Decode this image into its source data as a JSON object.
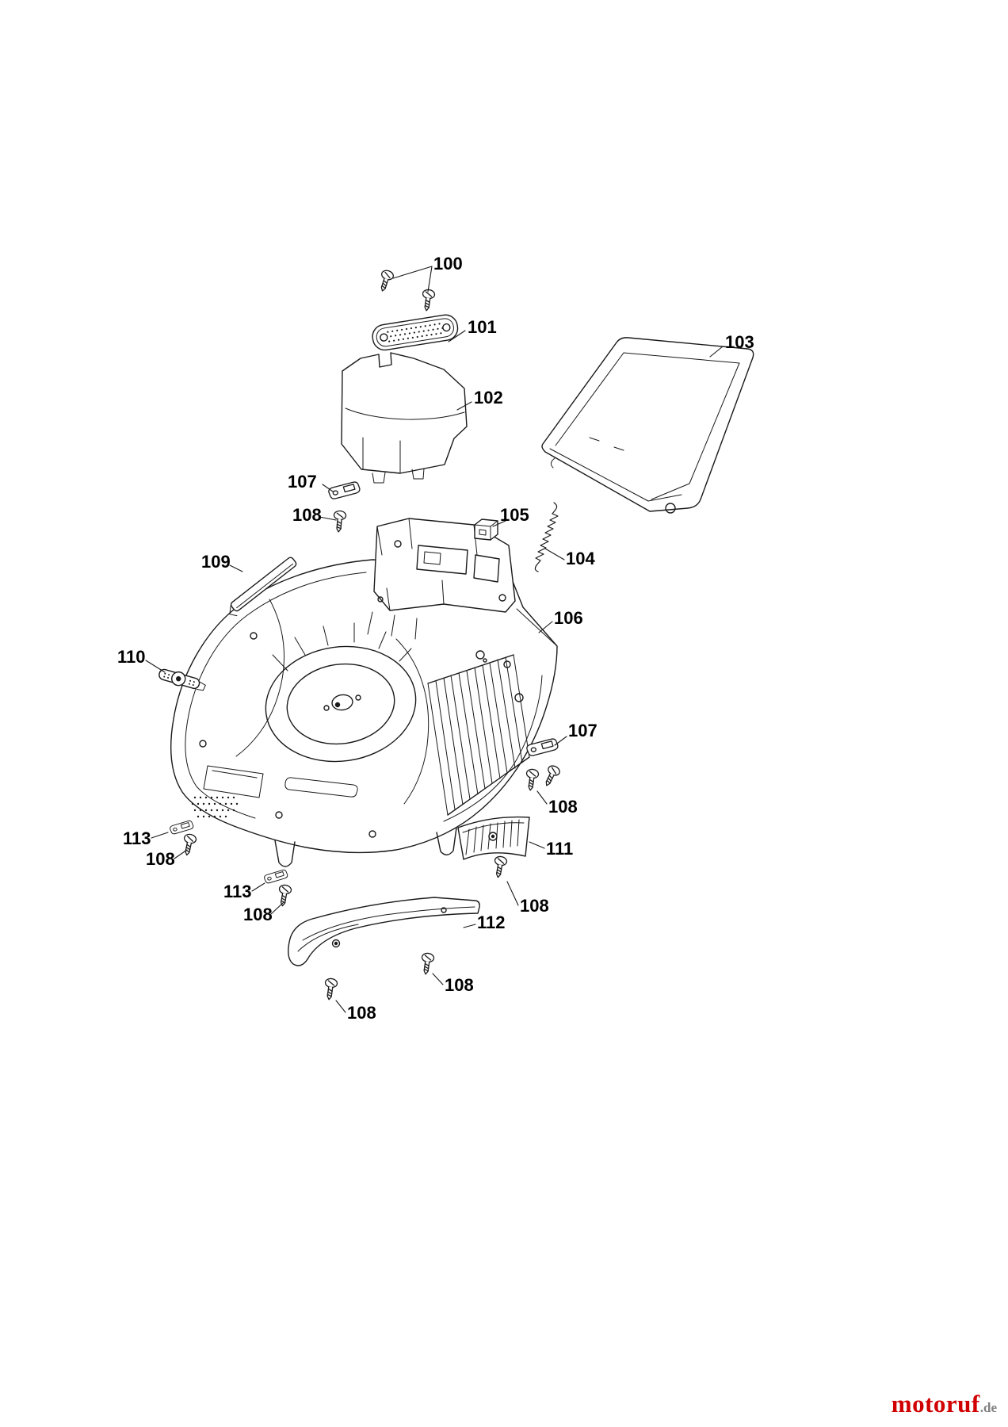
{
  "diagram": {
    "kind": "exploded-parts-diagram",
    "subject": "lawn-mower-deck-assembly"
  },
  "callouts": [
    {
      "key": "c100",
      "text": "100"
    },
    {
      "key": "c101",
      "text": "101"
    },
    {
      "key": "c103",
      "text": "103"
    },
    {
      "key": "c102",
      "text": "102"
    },
    {
      "key": "c107a",
      "text": "107"
    },
    {
      "key": "c108a",
      "text": "108"
    },
    {
      "key": "c105",
      "text": "105"
    },
    {
      "key": "c104",
      "text": "104"
    },
    {
      "key": "c109",
      "text": "109"
    },
    {
      "key": "c106",
      "text": "106"
    },
    {
      "key": "c110",
      "text": "110"
    },
    {
      "key": "c107b",
      "text": "107"
    },
    {
      "key": "c108b",
      "text": "108"
    },
    {
      "key": "c113a",
      "text": "113"
    },
    {
      "key": "c111",
      "text": "111"
    },
    {
      "key": "c108c",
      "text": "108"
    },
    {
      "key": "c113b",
      "text": "113"
    },
    {
      "key": "c108d",
      "text": "108"
    },
    {
      "key": "c108e",
      "text": "108"
    },
    {
      "key": "c112",
      "text": "112"
    },
    {
      "key": "c108f",
      "text": "108"
    },
    {
      "key": "c108g",
      "text": "108"
    }
  ],
  "branding": {
    "logo_main": "motoruf",
    "logo_tld": ".de",
    "logo_color": "#d10000",
    "tld_color": "#808080"
  }
}
